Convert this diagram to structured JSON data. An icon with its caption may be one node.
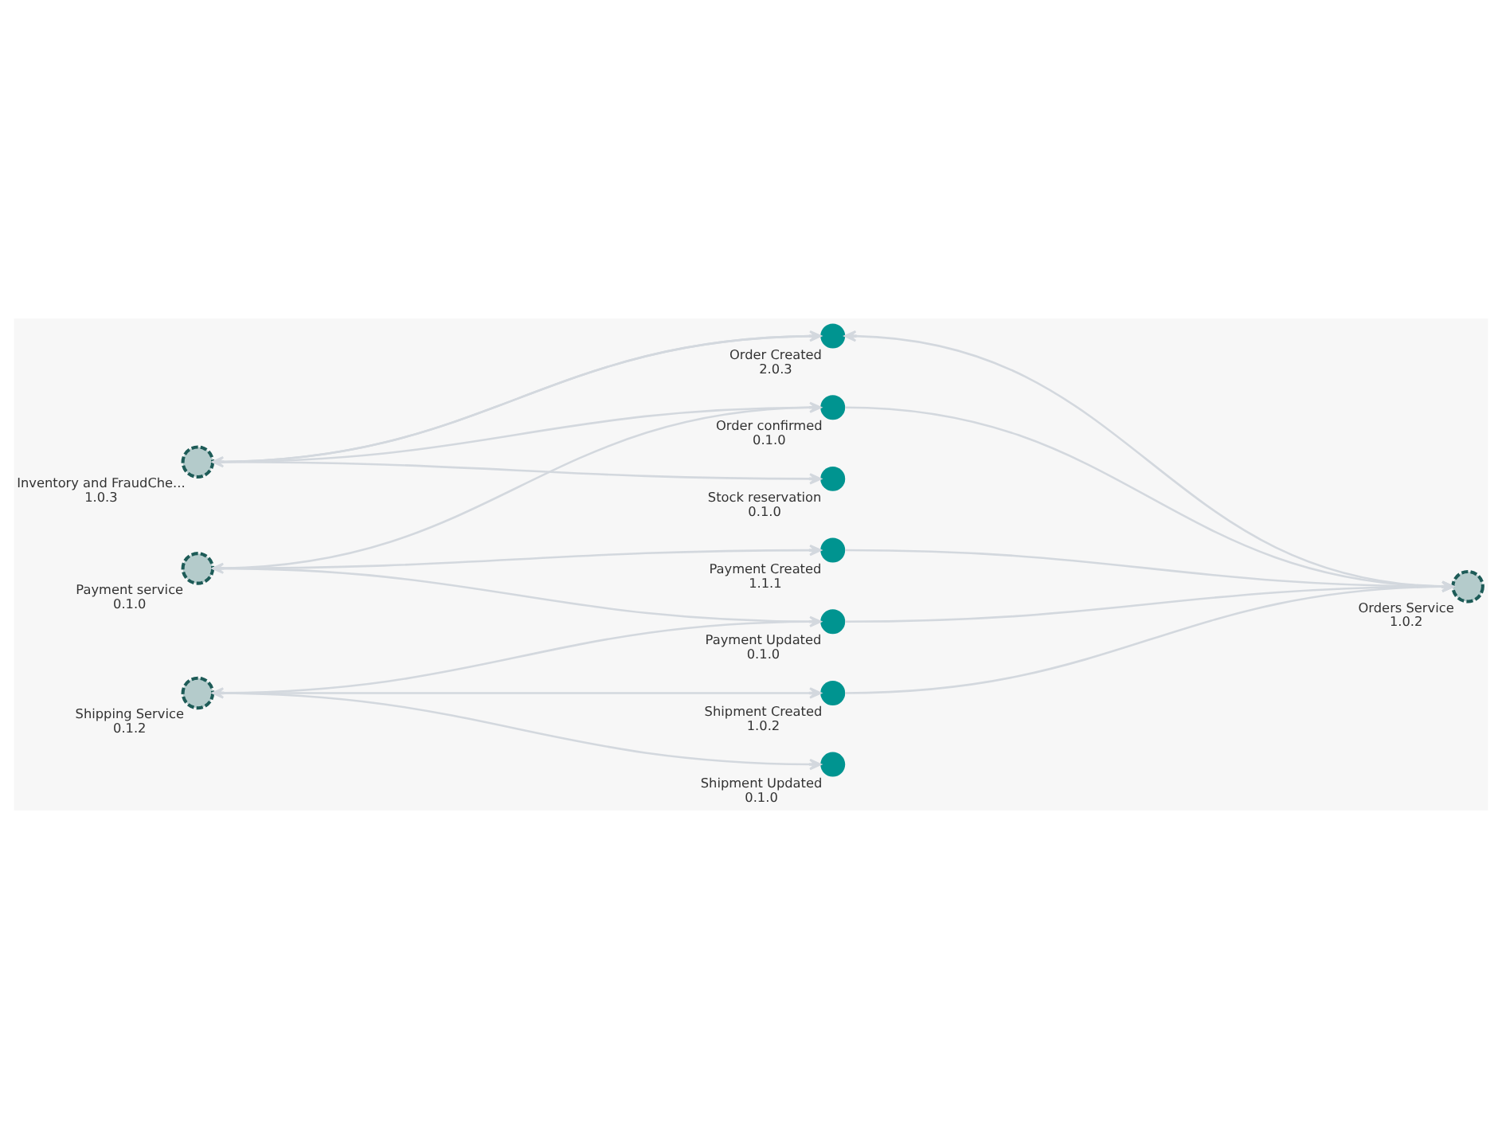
{
  "diagram": {
    "nodes": [
      {
        "text": [
          "Order Created",
          "2.0.3"
        ]
      },
      {
        "text": [
          "Inventory and FraudChe...",
          "1.0.3"
        ]
      },
      {
        "text": [
          "Order confirmed",
          "0.1.0"
        ]
      },
      {
        "text": [
          "Stock reservation",
          "0.1.0"
        ]
      },
      {
        "text": [
          "Orders Service",
          "1.0.2"
        ]
      },
      {
        "text": [
          "Payment service",
          "0.1.0"
        ]
      },
      {
        "text": [
          "Payment Created",
          "1.1.1"
        ]
      },
      {
        "text": [
          "Payment Updated",
          "0.1.0"
        ]
      },
      {
        "text": [
          "Shipping Service",
          "0.1.2"
        ]
      },
      {
        "text": [
          "Shipment Created",
          "1.0.2"
        ]
      },
      {
        "text": [
          "Shipment Updated",
          "0.1.0"
        ]
      }
    ],
    "edges": [
      {
        "from": 1,
        "to": 0,
        "arrow": "to"
      },
      {
        "from": 0,
        "to": 1,
        "arrow": "to"
      },
      {
        "from": 1,
        "to": 2,
        "arrow": "to"
      },
      {
        "from": 1,
        "to": 3,
        "arrow": "to"
      },
      {
        "from": 2,
        "to": 5,
        "arrow": "to"
      },
      {
        "from": 4,
        "to": 0,
        "arrow": "to"
      },
      {
        "from": 2,
        "to": 4,
        "arrow": "to"
      },
      {
        "from": 5,
        "to": 6,
        "arrow": "to"
      },
      {
        "from": 5,
        "to": 7,
        "arrow": "to"
      },
      {
        "from": 6,
        "to": 4,
        "arrow": "to"
      },
      {
        "from": 7,
        "to": 4,
        "arrow": "to"
      },
      {
        "from": 7,
        "to": 8,
        "arrow": "to"
      },
      {
        "from": 8,
        "to": 9,
        "arrow": "to"
      },
      {
        "from": 8,
        "to": 10,
        "arrow": "to"
      },
      {
        "from": 9,
        "to": 4,
        "arrow": "to"
      }
    ]
  }
}
